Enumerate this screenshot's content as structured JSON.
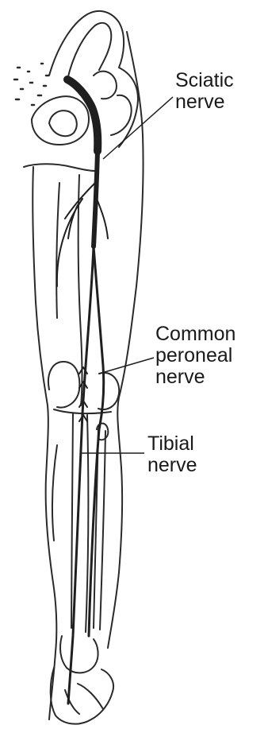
{
  "labels": {
    "sciatic": {
      "line1": "Sciatic",
      "line2": "nerve"
    },
    "common_peroneal": {
      "line1": "Common",
      "line2": "peroneal",
      "line3": "nerve"
    },
    "tibial": {
      "line1": "Tibial",
      "line2": "nerve"
    }
  },
  "colors": {
    "outline": "#2a2a2a",
    "nerve": "#1f1f1f",
    "text": "#1a1a1a",
    "background": "#ffffff"
  }
}
